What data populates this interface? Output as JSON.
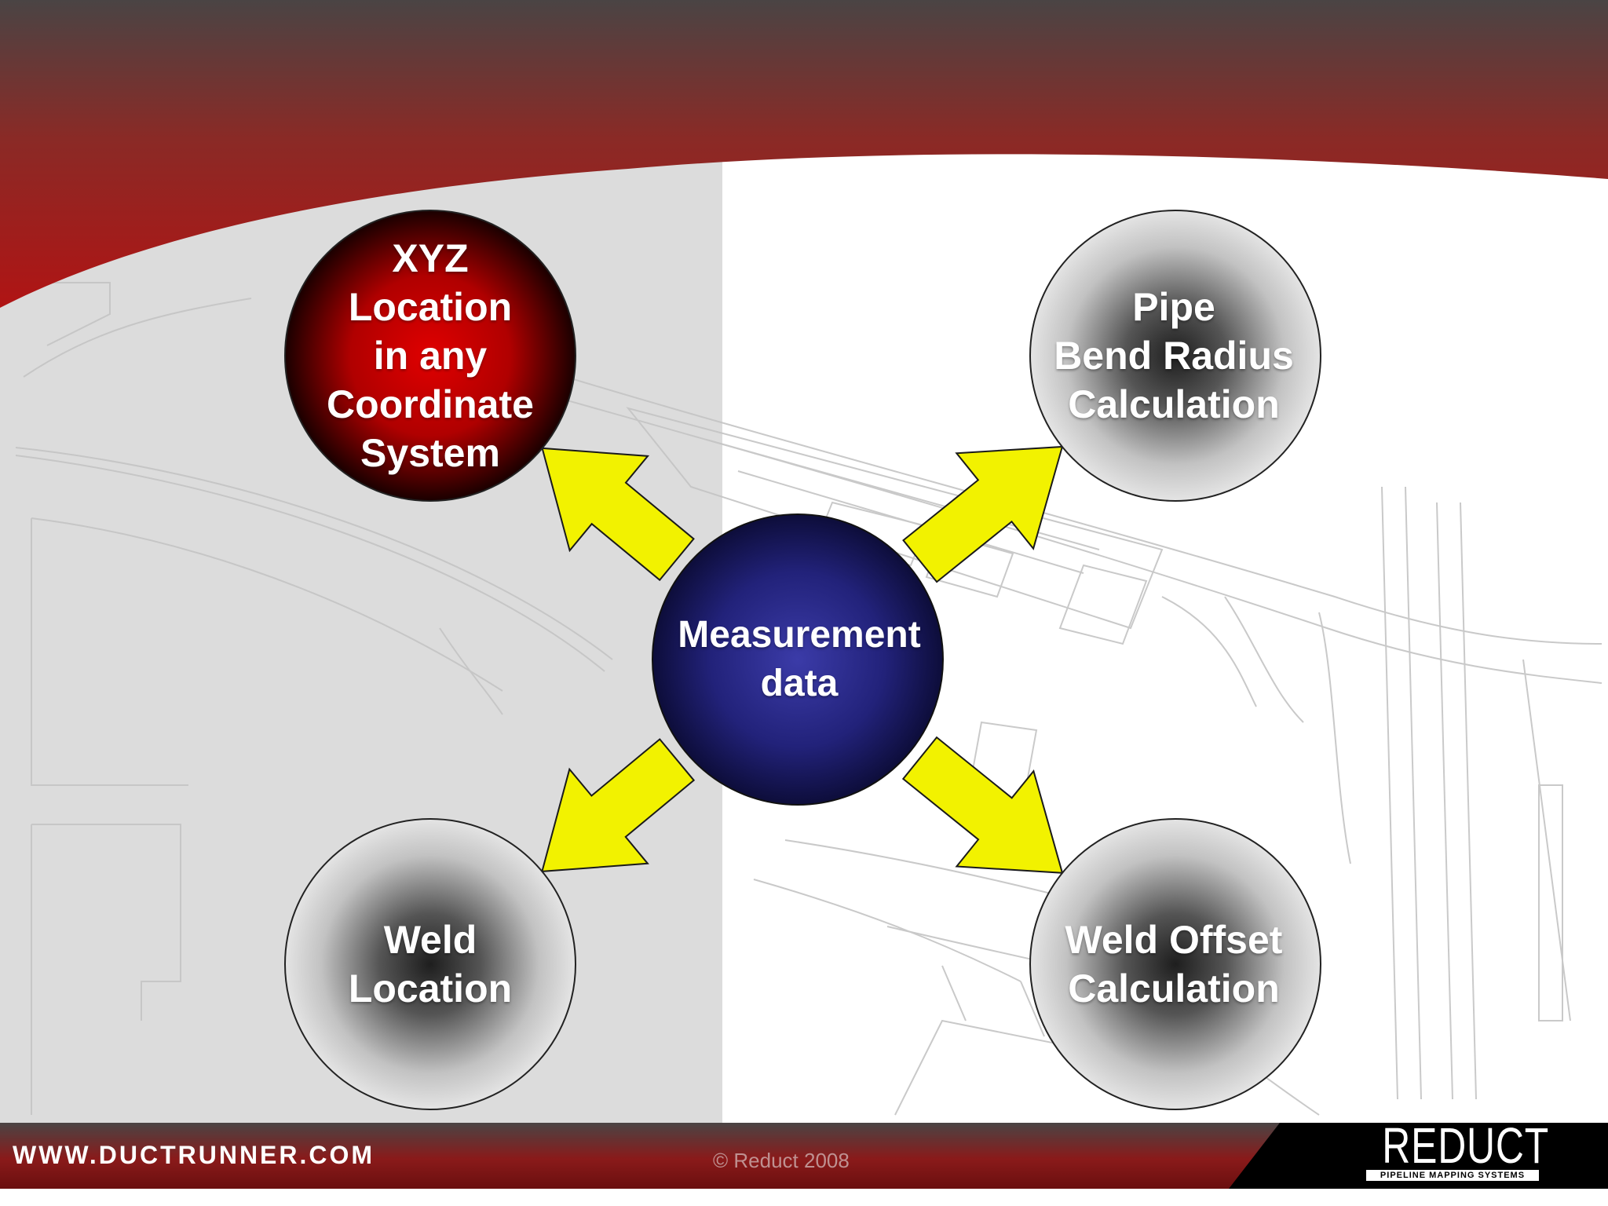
{
  "diagram": {
    "center": {
      "label": "Measurement\ndata",
      "color": "#1c1c6e"
    },
    "outputs": [
      {
        "label": "XYZ\nLocation\nin any\nCoordinate\nSystem",
        "color": "#b00000"
      },
      {
        "label": "Pipe\nBend Radius\nCalculation",
        "color": "#2a2a2a"
      },
      {
        "label": "Weld\nLocation",
        "color": "#2a2a2a"
      },
      {
        "label": "Weld Offset\nCalculation",
        "color": "#2a2a2a"
      }
    ],
    "arrow_color": "#f2f200"
  },
  "footer": {
    "website": "WWW.DUCTRUNNER.COM",
    "copyright": "© Reduct 2008",
    "logo_text": "REDUCT",
    "logo_tagline": "PIPELINE MAPPING SYSTEMS"
  },
  "colors": {
    "header_red": "#9e1b1b",
    "header_dark": "#4a4444",
    "left_panel": "#dcdcdc",
    "footer_black": "#000000"
  }
}
